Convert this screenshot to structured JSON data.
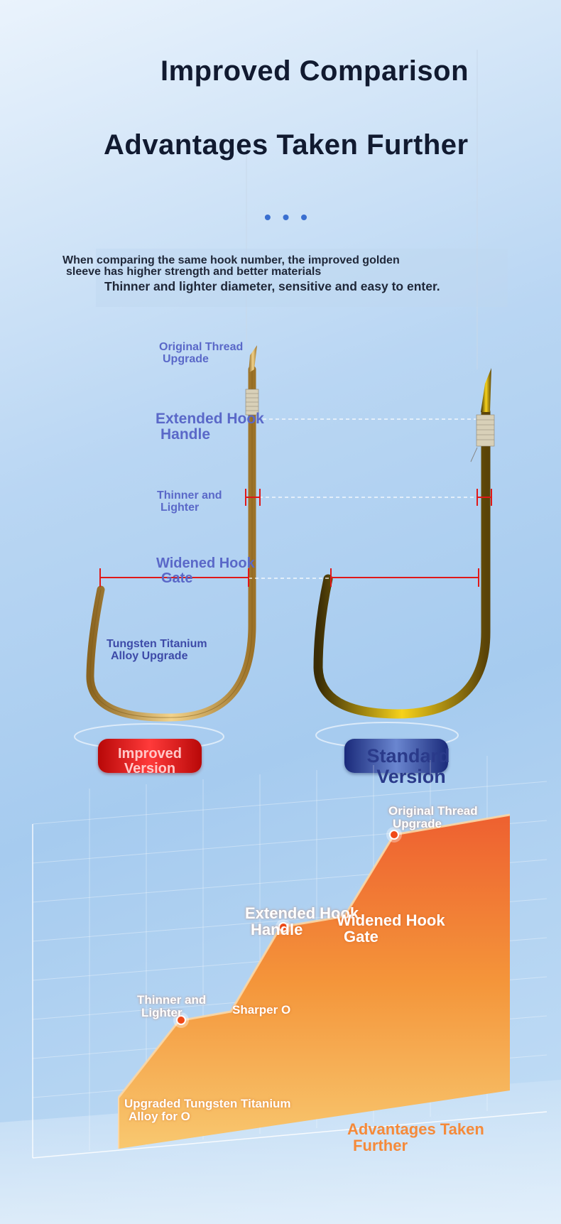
{
  "header": {
    "title_line1": "Improved Comparison",
    "title_line2": "Advantages Taken Further",
    "dots": "• • •"
  },
  "description": {
    "line1": "When comparing the same hook number, the improved golden",
    "line2": "sleeve has higher strength and better materials",
    "line3": "Thinner and lighter diameter, sensitive and easy to enter."
  },
  "hook_labels": {
    "original_thread": [
      "Original Thread",
      "Upgrade"
    ],
    "extended_handle": [
      "Extended Hook",
      "Handle"
    ],
    "thinner_lighter": [
      "Thinner and",
      "Lighter"
    ],
    "widened_gate": [
      "Widened Hook",
      "Gate"
    ],
    "tungsten": [
      "Tungsten Titanium",
      "Alloy Upgrade"
    ]
  },
  "badges": {
    "improved": [
      "Improved",
      "Version"
    ],
    "standard": [
      "Standard",
      "Version"
    ]
  },
  "chart_labels": {
    "original_thread": [
      "Original Thread",
      "Upgrade"
    ],
    "extended_handle": [
      "Extended Hook",
      "Handle"
    ],
    "widened_gate": [
      "Widened Hook",
      "Gate"
    ],
    "thinner_lighter": [
      "Thinner and",
      "Lighter"
    ],
    "sharper": "Sharper O",
    "upgraded_tungsten": [
      "Upgraded Tungsten Titanium",
      "Alloy for O"
    ],
    "advantages": [
      "Advantages Taken",
      "Further"
    ]
  },
  "colors": {
    "accent_red": "#e01818",
    "label_blue": "#5a68c8",
    "orange": "#f07030",
    "gold": "#d4a843",
    "navy": "#2a3a8a"
  }
}
